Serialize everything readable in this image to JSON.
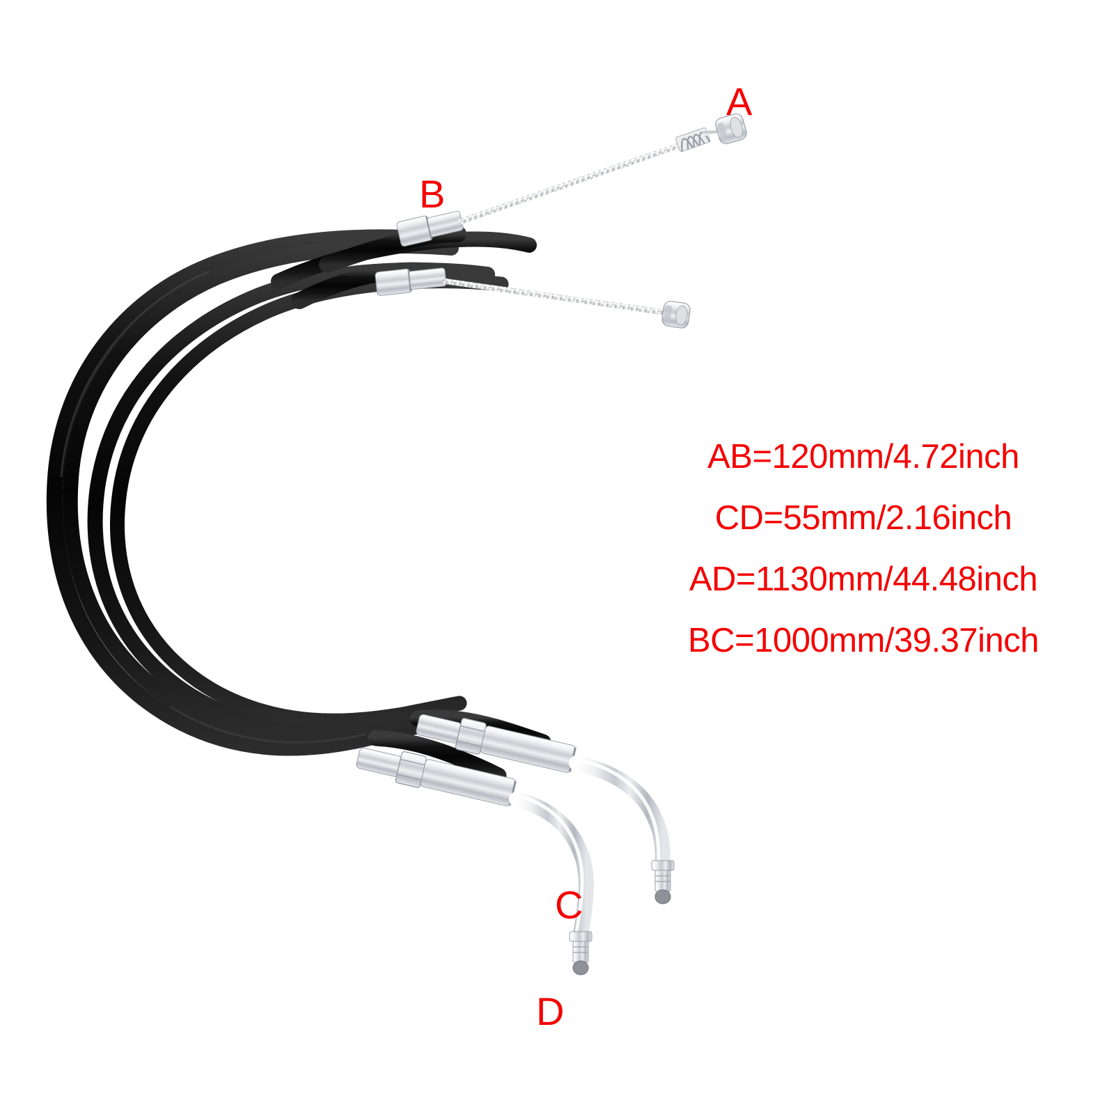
{
  "figure": {
    "title": "Motorcycle Throttle Cable Pair Dimension Diagram",
    "background_color": "#ffffff",
    "label_color": "#f40000",
    "housing_color": "#101010",
    "metal_color": "#d8dade"
  },
  "point_labels": [
    {
      "id": "A",
      "text": "A",
      "meaning": "upper-cable-barrel-nipple-end"
    },
    {
      "id": "B",
      "text": "B",
      "meaning": "upper-cable-housing-ferrule-end"
    },
    {
      "id": "C",
      "text": "C",
      "meaning": "upper-cable-elbow-fitting-end"
    },
    {
      "id": "D",
      "text": "D",
      "meaning": "lower-cable-elbow-fitting-end"
    }
  ],
  "specs": [
    {
      "segment": "AB",
      "mm": 120,
      "inch": 4.72,
      "text": "AB=120mm/4.72inch"
    },
    {
      "segment": "CD",
      "mm": 55,
      "inch": 2.16,
      "text": "CD=55mm/2.16inch"
    },
    {
      "segment": "AD",
      "mm": 1130,
      "inch": 44.48,
      "text": "AD=1130mm/44.48inch"
    },
    {
      "segment": "BC",
      "mm": 1000,
      "inch": 39.37,
      "text": "BC=1000mm/39.37inch"
    }
  ],
  "parts": {
    "housing_count": 2,
    "housing_description": "black outer cable housings coiled in a large loop",
    "inner_wire_description": "bare braided steel inner wire",
    "spring_description": "small coil spring on upper inner wire near end A",
    "adjuster_description": "chrome hex-nut barrel adjusters",
    "elbow_description": "chrome 90-degree elbow tubes with threaded tips"
  }
}
